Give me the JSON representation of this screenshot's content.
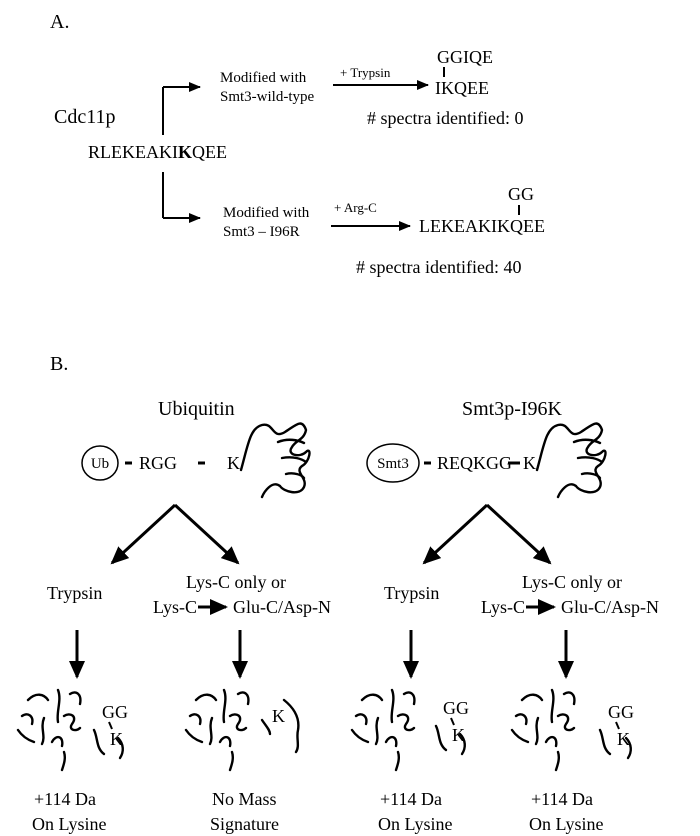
{
  "panel_a": {
    "label": "A.",
    "protein": "Cdc11p",
    "sequence_pre": "RLEKEAKI",
    "sequence_bold": "K",
    "sequence_post": "QEE",
    "top": {
      "mod_line1": "Modified with",
      "mod_line2": "Smt3-wild-type",
      "enzyme": "+ Trypsin",
      "branch": "GGIQE",
      "peptide": "IKQEE",
      "spectra": "# spectra identified:  0"
    },
    "bottom": {
      "mod_line1": "Modified with",
      "mod_line2": "Smt3 – I96R",
      "enzyme": "+ Arg-C",
      "branch": "GG",
      "peptide": "LEKEAKIKQEE",
      "spectra": "# spectra identified:  40"
    }
  },
  "panel_b": {
    "label": "B.",
    "ubiquitin": {
      "title": "Ubiquitin",
      "tag": "Ub",
      "linker": "RGG",
      "lysine": "K",
      "left_enzyme": "Trypsin",
      "right_enzyme_line1": "Lys-C only or",
      "right_enzyme_line2_a": "Lys-C",
      "right_enzyme_line2_b": "Glu-C/Asp-N",
      "left_result_branch": "GG",
      "left_result_k": "K",
      "left_result_line1": "+114 Da",
      "left_result_line2": "On Lysine",
      "right_result_k": "K",
      "right_result_line1": "No Mass",
      "right_result_line2": "Signature"
    },
    "smt3": {
      "title": "Smt3p-I96K",
      "tag": "Smt3",
      "linker": "REQKGG",
      "lysine": "K",
      "left_enzyme": "Trypsin",
      "right_enzyme_line1": "Lys-C only or",
      "right_enzyme_line2_a": "Lys-C",
      "right_enzyme_line2_b": "Glu-C/Asp-N",
      "left_result_branch": "GG",
      "left_result_k": "K",
      "left_result_line1": "+114 Da",
      "left_result_line2": "On Lysine",
      "right_result_branch": "GG",
      "right_result_k": "K",
      "right_result_line1": "+114 Da",
      "right_result_line2": "On Lysine"
    }
  }
}
